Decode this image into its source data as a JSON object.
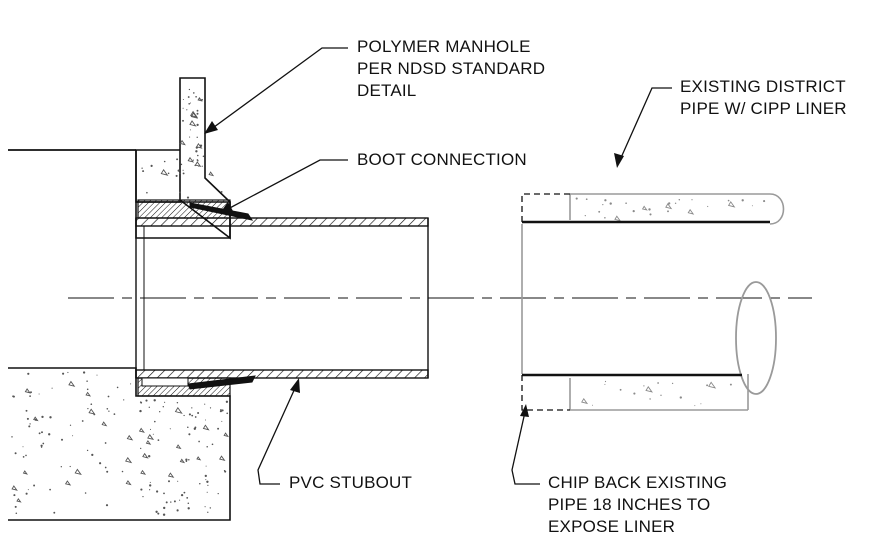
{
  "labels": {
    "manhole": [
      "POLYMER MANHOLE",
      "PER NDSD STANDARD",
      "DETAIL"
    ],
    "boot": [
      "BOOT CONNECTION"
    ],
    "existing_pipe": [
      "EXISTING DISTRICT",
      "PIPE W/ CIPP LINER"
    ],
    "stubout": [
      "PVC STUBOUT"
    ],
    "chip_back": [
      "CHIP BACK EXISTING",
      "PIPE 18 INCHES TO",
      "EXPOSE LINER"
    ]
  },
  "colors": {
    "ink": "#111111",
    "existing_pipe": "#9a9a9a",
    "concrete_speck": "#555555"
  }
}
